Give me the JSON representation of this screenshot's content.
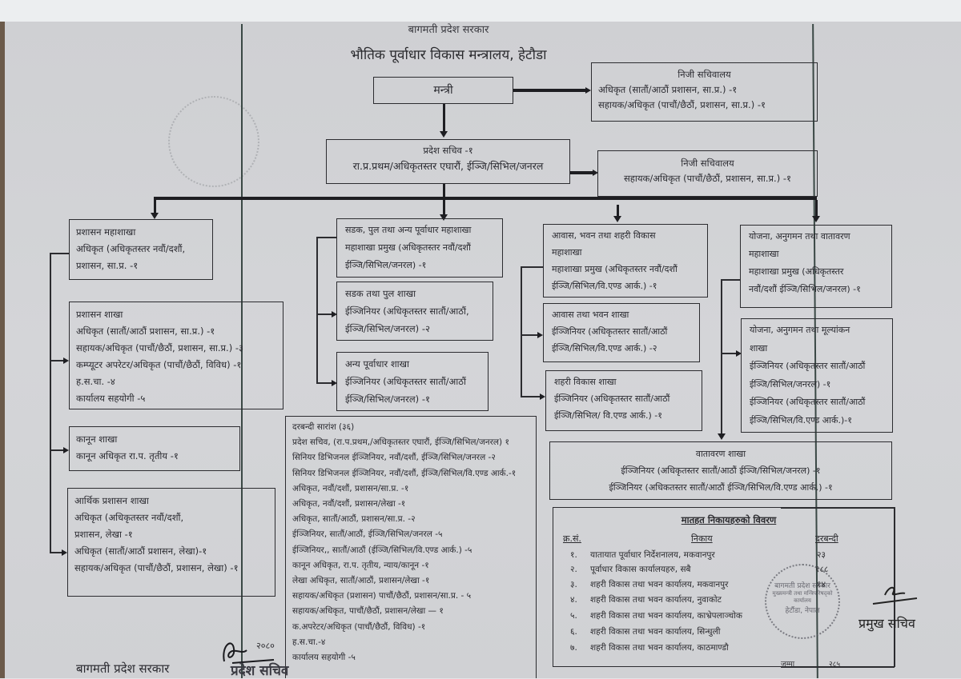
{
  "header": {
    "government": "बागमती प्रदेश सरकार",
    "ministry": "भौतिक पूर्वाधार विकास मन्त्रालय, हेटौडा"
  },
  "minister": {
    "title": "मन्त्री"
  },
  "minister_private_secretariat": {
    "title": "निजी सचिवालय",
    "lines": [
      "अधिकृत (सातौं/आठौं प्रशासन, सा.प्र.) -१",
      "सहायक/अधिकृत (पाचौं/छैठौं, प्रशासन, सा.प्र.) -१"
    ]
  },
  "secretary": {
    "title": "प्रदेश सचिव -१",
    "line": "रा.प्र.प्रथम/अधिकृतस्तर एघारौं, ईञ्जि/सिभिल/जनरल"
  },
  "secretary_private_secretariat": {
    "title": "निजी सचिवालय",
    "line": "सहायक/अधिकृत (पाचौं/छैठौं, प्रशासन, सा.प्र.) -१"
  },
  "admin_division": {
    "title": "प्रशासन महाशाखा",
    "lines": [
      "अधिकृत (अधिकृतस्तर नवौं/दशौं,",
      "प्रशासन, सा.प्र. -१"
    ]
  },
  "admin_section": {
    "title": "प्रशासन शाखा",
    "lines": [
      "अधिकृत (सातौं/आठौं प्रशासन, सा.प्र.) -१",
      "सहायक/अधिकृत (पाचौं/छैठौं, प्रशासन, सा.प्र.) -३",
      "कम्प्यूटर अपरेटर/अधिकृत (पाचौं/छैठौं, विविध) -१",
      "ह.स.चा. -४",
      "कार्यालय सहयोगी -५"
    ]
  },
  "law_section": {
    "title": "कानून शाखा",
    "lines": [
      "कानून अधिकृत रा.प. तृतीय -१"
    ]
  },
  "finance_section": {
    "title": "आर्थिक प्रशासन शाखा",
    "lines": [
      "अधिकृत (अधिकृतस्तर नवौं/दशौं,",
      "प्रशासन, लेखा -१",
      "अधिकृत (सातौं/आठौं प्रशासन, लेखा)-१",
      "सहायक/अधिकृत (पाचौं/छैठौं, प्रशासन, लेखा) -१"
    ]
  },
  "road_division": {
    "title": "सडक, पुल तथा अन्य पूर्वाधार महाशाखा",
    "lines": [
      "महाशाखा प्रमुख (अधिकृतस्तर नवौं/दशौं",
      "ईञ्जि/सिभिल/जनरल) -१"
    ]
  },
  "road_bridge_section": {
    "title": "सडक तथा पुल शाखा",
    "lines": [
      "ईञ्जिनियर (अधिकृतस्तर सातौं/आठौं,",
      "ईञ्जि/सिभिल/जनरल) -२"
    ]
  },
  "other_infra_section": {
    "title": "अन्य पूर्वाधार शाखा",
    "lines": [
      "ईञ्जिनियर (अधिकृतस्तर सातौं/आठौं",
      "ईञ्जि/सिभिल/जनरल) -१"
    ]
  },
  "housing_division": {
    "title": "आवास, भवन तथा शहरी विकास",
    "lines": [
      "महाशाखा",
      "महाशाखा प्रमुख (अधिकृतस्तर नवौं/दशौं",
      "ईञ्जि/सिभिल/वि.एण्ड आर्क.) -१"
    ]
  },
  "housing_section": {
    "title": "आवास तथा भवन शाखा",
    "lines": [
      "ईञ्जिनियर (अधिकृतस्तर सातौं/आठौं",
      "ईञ्जि/सिभिल/वि.एण्ड आर्क.) -२"
    ]
  },
  "urban_section": {
    "title": "शहरी विकास शाखा",
    "lines": [
      "ईञ्जिनियर (अधिकृतस्तर सातौं/आठौं",
      "ईञ्जि/सिभिल/ वि.एण्ड आर्क.) -१"
    ]
  },
  "planning_division": {
    "title": "योजना, अनुगमन तथा वातावरण",
    "lines": [
      "महाशाखा",
      "महाशाखा प्रमुख (अधिकृतस्तर",
      "नवौं/दशौं ईञ्जि/सिभिल/जनरल) -१"
    ]
  },
  "planning_section": {
    "title": "योजना, अनुगमन तथा मूल्यांकन",
    "lines": [
      "शाखा",
      "ईञ्जिनियर (अधिकृतस्तर सातौं/आठौं",
      "ईञ्जि/सिभिल/जनरल) -१",
      "ईञ्जिनियर (अधिकृतस्तर सातौं/आठौं",
      "ईञ्जि/सिभिल/वि.एण्ड आर्क.)-१"
    ]
  },
  "environment_section": {
    "title": "वातावरण शाखा",
    "lines": [
      "ईञ्जिनियर (अधिकृतस्तर सातौं/आठौं ईञ्जि/सिभिल/जनरल) -१",
      "ईञ्जिनियर (अधिकतस्तर सातौं/आठौं ईञ्जि/सिभिल/वि.एण्ड आर्क.) -१"
    ]
  },
  "staffing_summary": {
    "title": "दरबन्दी सारांश (३६)",
    "lines": [
      "प्रदेश सचिव, (रा.प.प्रथम,/अधिकृतस्तर एघारौं, ईञ्जि/सिभिल/जनरल) १",
      "सिनियर डिभिजनल ईञ्जिनियर, नवौं/दशौं, ईञ्जि/सिभिल/जनरल -२",
      "सिनियर डिभिजनल ईञ्जिनियर, नवौं/दशौं, ईञ्जि/सिभिल/वि.एण्ड आर्क.-१",
      "अधिकृत, नवौं/दशौं, प्रशासन/सा.प्र. -१",
      "अधिकृत, नवौं/दशौं, प्रशासन/लेखा -१",
      "अधिकृत, सातौं/आठौं, प्रशासन/सा.प्र. -२",
      "ईञ्जिनियर, सातौं/आठौं, ईञ्जि/सिभिल/जनरल -५",
      "ईञ्जिनियर,, सातौं/आठौं (ईञ्जि/सिभिल/वि.एण्ड आर्क.) -५",
      "कानून अधिकृत, रा.प. तृतीय, न्याय/कानून  -१",
      "लेखा अधिकृत, सातौं/आठौं, प्रशासन/लेखा  -१",
      "सहायक/अधिकृत (प्रशासन) पाचौं/छैठौं, प्रशासन/सा.प्र. - ५",
      "सहायक/अधिकृत, पाचौं/छैठौं, प्रशासन/लेखा — १",
      "क.अपरेटर/अधिकृत (पाचौं/छैठौं, विविध) -१",
      "ह.स.चा.-४",
      "कार्यालय सहयोगी -५"
    ]
  },
  "subordinate_offices": {
    "title": "मातहत निकायहरुको विवरण",
    "headers": {
      "sn": "क्र.सं.",
      "office": "निकाय",
      "posts": "दरबन्दी"
    },
    "rows": [
      {
        "sn": "१.",
        "office": "यातायात पूर्वाधार निर्देशनालय, मकवानपुर",
        "posts": "२३"
      },
      {
        "sn": "२.",
        "office": "पूर्वाधार विकास कार्यालयहरु, सबै",
        "posts": "१८८"
      },
      {
        "sn": "३.",
        "office": "शहरी विकास तथा भवन कार्यालय, मकवानपुर",
        "posts": "१४"
      },
      {
        "sn": "४.",
        "office": "शहरी विकास तथा भवन कार्यालय, नुवाकोट",
        "posts": ""
      },
      {
        "sn": "५.",
        "office": "शहरी विकास तथा भवन कार्यालय, काभ्रेपलाञ्चोक",
        "posts": ""
      },
      {
        "sn": "६.",
        "office": "शहरी विकास तथा भवन कार्यालय, सिन्धुली",
        "posts": ""
      },
      {
        "sn": "७.",
        "office": "शहरी विकास तथा भवन कार्यालय, काठमाण्डौ",
        "posts": ""
      }
    ],
    "total_label": "जम्मा",
    "total_value": "२८५"
  },
  "stamp": {
    "lines": [
      "बागमती प्रदेश सरकार",
      "मुख्यमन्त्री तथा मन्त्रिपरिषद्को कार्यालय",
      "हेटौंडा, नेपाल"
    ]
  },
  "signature_chief": {
    "label": "प्रमुख सचिव"
  },
  "footer": {
    "government": "बागमती प्रदेश सरकार",
    "secretary_label": "प्रदेश सचिव",
    "handwritten": "२०८०"
  }
}
